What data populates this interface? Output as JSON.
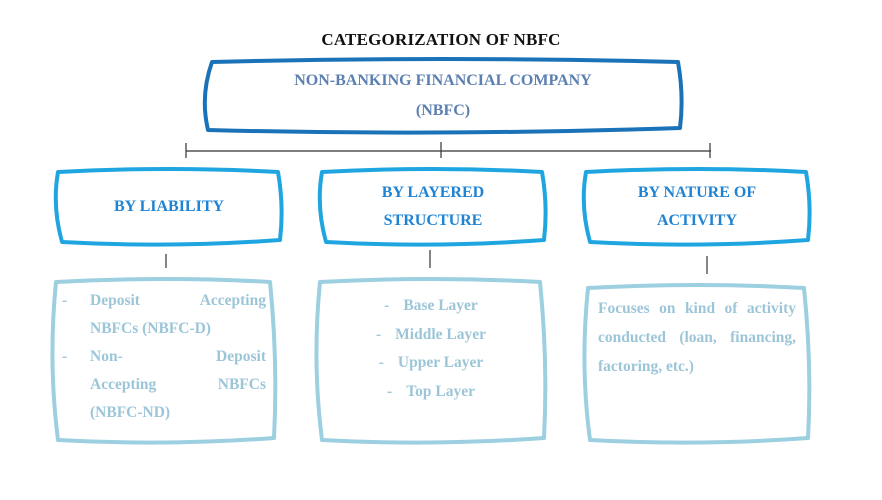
{
  "title": "CATEGORIZATION OF NBFC",
  "root": {
    "line1": "NON-BANKING FINANCIAL COMPANY",
    "line2": "(NBFC)"
  },
  "categories": [
    {
      "line1": "BY LIABILITY",
      "line2": ""
    },
    {
      "line1": "BY LAYERED",
      "line2": "STRUCTURE"
    },
    {
      "line1": "BY NATURE OF",
      "line2": "ACTIVITY"
    }
  ],
  "liability_items": [
    {
      "dash": "-",
      "line1": "Deposit Accepting",
      "line2": "NBFCs (NBFC-D)"
    },
    {
      "dash": "-",
      "line1": "Non- Deposit",
      "line2": "Accepting NBFCs",
      "line3": "(NBFC-ND)"
    }
  ],
  "layer_items": [
    {
      "dash": "-",
      "label": "Base Layer"
    },
    {
      "dash": "-",
      "label": "Middle Layer"
    },
    {
      "dash": "-",
      "label": "Upper Layer"
    },
    {
      "dash": "-",
      "label": "Top Layer"
    }
  ],
  "activity_description": "Focuses on kind of activity conducted (loan, financing, factoring, etc.)",
  "colors": {
    "root_border": "#1a72b8",
    "root_text": "#5b7fb0",
    "category_border": "#1fa6e0",
    "category_text": "#1f83d3",
    "detail_border": "#9ccfe0",
    "detail_text": "#9cc6d8",
    "connector": "#333333"
  }
}
